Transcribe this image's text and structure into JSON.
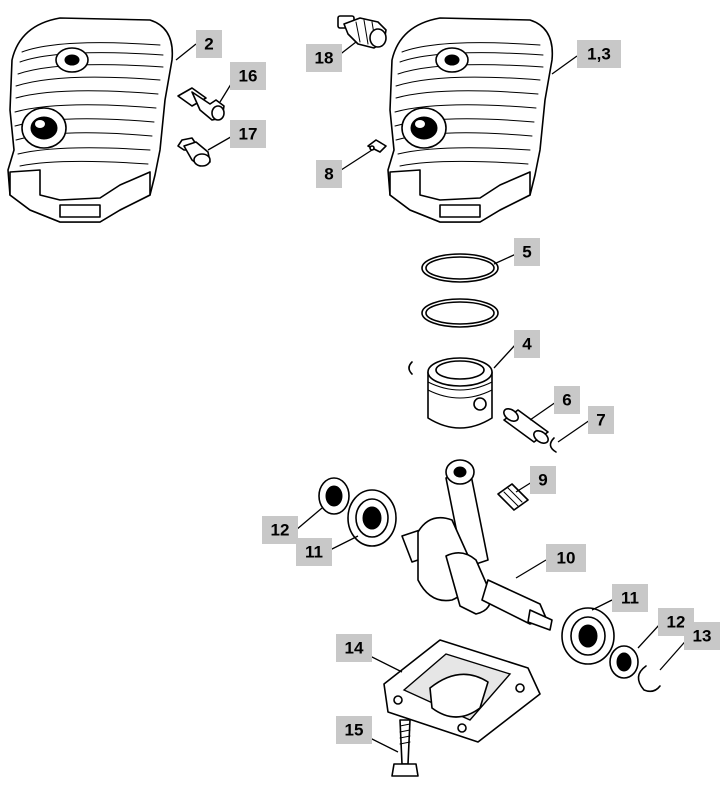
{
  "callouts": [
    {
      "id": "2",
      "text": "2"
    },
    {
      "id": "16",
      "text": "16"
    },
    {
      "id": "17",
      "text": "17"
    },
    {
      "id": "18",
      "text": "18"
    },
    {
      "id": "1-3",
      "text": "1,3"
    },
    {
      "id": "8",
      "text": "8"
    },
    {
      "id": "5",
      "text": "5"
    },
    {
      "id": "4",
      "text": "4"
    },
    {
      "id": "6",
      "text": "6"
    },
    {
      "id": "7",
      "text": "7"
    },
    {
      "id": "9",
      "text": "9"
    },
    {
      "id": "12a",
      "text": "12"
    },
    {
      "id": "11a",
      "text": "11"
    },
    {
      "id": "10",
      "text": "10"
    },
    {
      "id": "11b",
      "text": "11"
    },
    {
      "id": "12b",
      "text": "12"
    },
    {
      "id": "13",
      "text": "13"
    },
    {
      "id": "14",
      "text": "14"
    },
    {
      "id": "15",
      "text": "15"
    }
  ],
  "colors": {
    "label_bg": "#c8c8c8",
    "line": "#000000",
    "paper": "#ffffff"
  }
}
